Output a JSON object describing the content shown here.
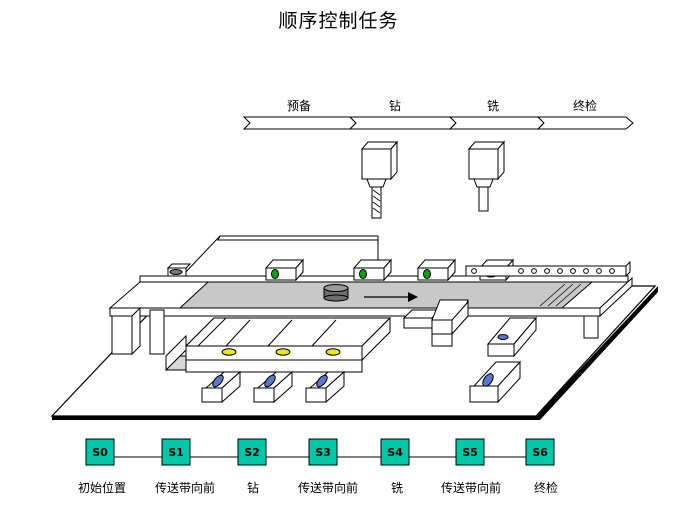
{
  "title": "顺序控制任务",
  "process_flow": [
    "预备",
    "钻",
    "铣",
    "终检"
  ],
  "steps": [
    {
      "id": "S0",
      "label": "初始位置"
    },
    {
      "id": "S1",
      "label": "传送带向前"
    },
    {
      "id": "S2",
      "label": "钻"
    },
    {
      "id": "S3",
      "label": "传送带向前"
    },
    {
      "id": "S4",
      "label": "铣"
    },
    {
      "id": "S5",
      "label": "传送带向前"
    },
    {
      "id": "S6",
      "label": "终检"
    }
  ],
  "colors": {
    "step_box": "#00c8a8",
    "sensor_green": "#14a014",
    "sensor_blue": "#5a78d2",
    "indicator_yellow": "#f0e614",
    "conveyor_belt": "#c8c8c8",
    "base_plate": "#000000"
  }
}
